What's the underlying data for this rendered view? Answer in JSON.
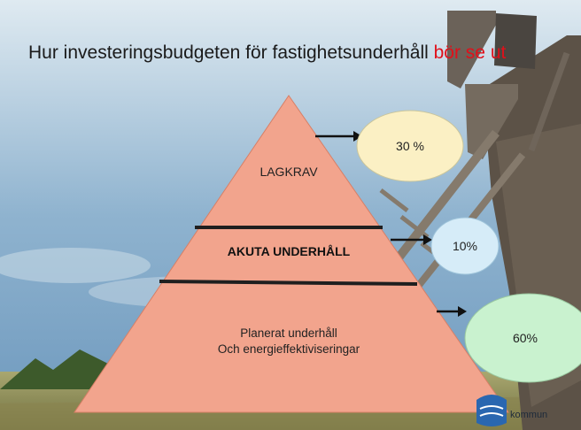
{
  "slide": {
    "title_main": "Hur investeringsbudgeten för fastighetsunderhåll",
    "title_highlight": "bör se ut"
  },
  "pyramid": {
    "tiers": [
      {
        "label": "LAGKRAV",
        "share": "30 %"
      },
      {
        "label": "AKUTA UNDERHÅLL",
        "share": "10%"
      },
      {
        "label_line1": "Planerat underhåll",
        "label_line2": "Och energieffektiviseringar",
        "share": "60%"
      }
    ]
  },
  "logo": {
    "text": "kommun"
  },
  "colors": {
    "pyramid_fill": "#f2a48d",
    "bubble_top": "#fbf0c4",
    "bubble_middle": "#d6ecf8",
    "bubble_bottom": "#c9f2cf",
    "title_highlight": "#e0101a"
  }
}
